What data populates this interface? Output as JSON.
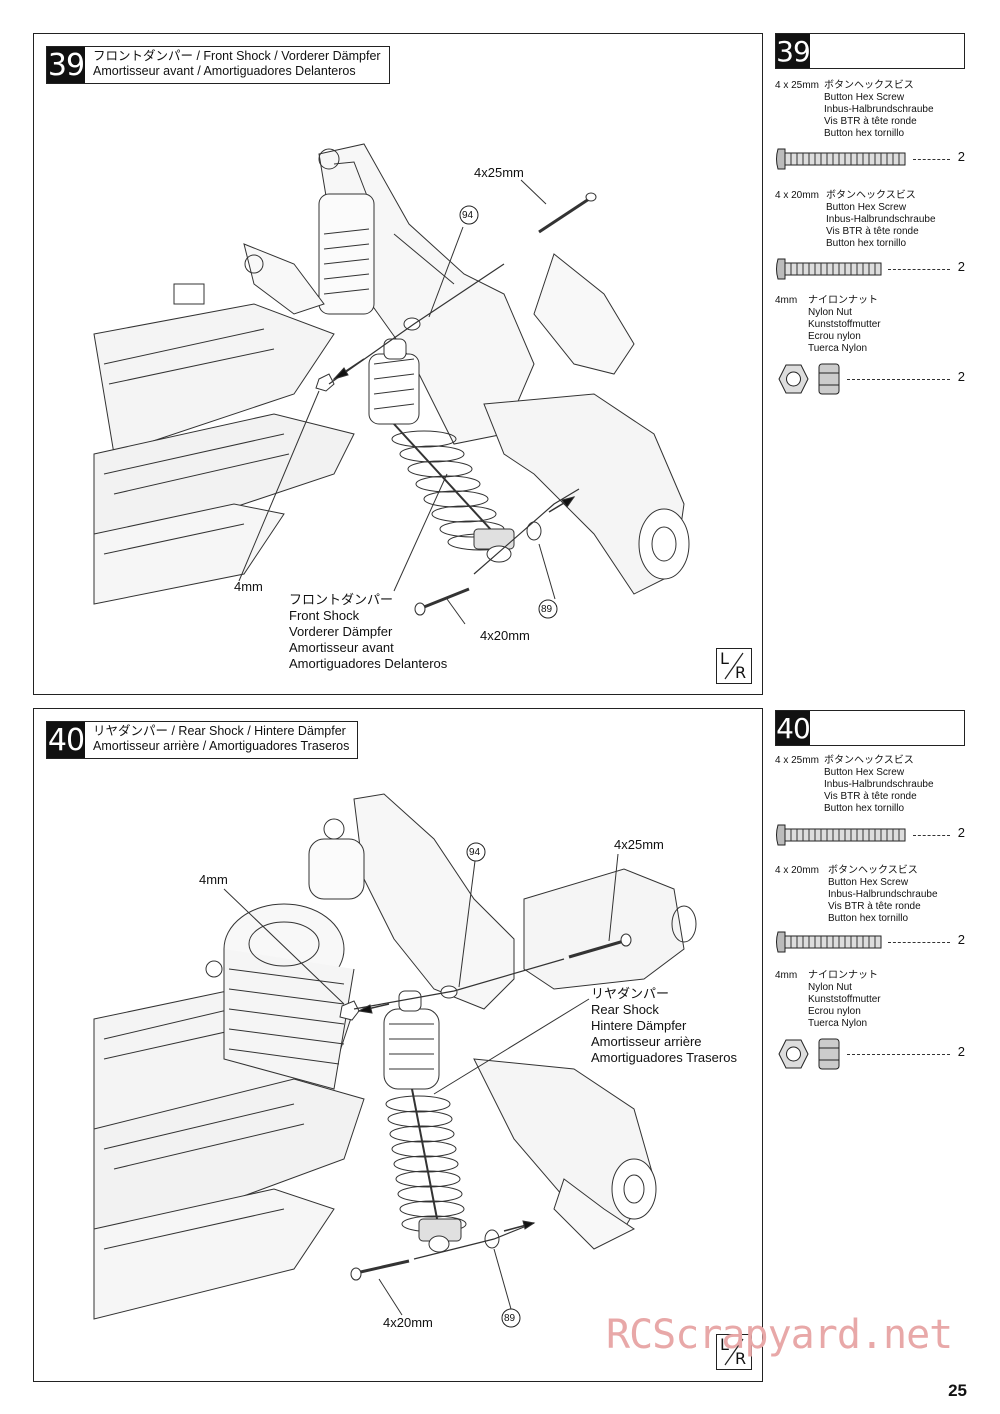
{
  "steps": [
    {
      "number": "39",
      "title_line1": "フロントダンパー  /  Front Shock  /  Vorderer Dämpfer",
      "title_line2": "Amortisseur avant  /  Amortiguadores Delanteros",
      "callouts": {
        "screw_top": "4x25mm",
        "part_94": "94",
        "nut": "4mm",
        "shock_lines": [
          "フロントダンパー",
          "Front Shock",
          "Vorderer Dämpfer",
          "Amortisseur avant",
          "Amortiguadores Delanteros"
        ],
        "screw_bottom": "4x20mm",
        "part_89": "89"
      },
      "lr_icon": [
        "L",
        "R"
      ]
    },
    {
      "number": "40",
      "title_line1": "リヤダンパー  /  Rear Shock  /  Hintere Dämpfer",
      "title_line2": "Amortisseur arrière  /  Amortiguadores Traseros",
      "callouts": {
        "screw_top": "4x25mm",
        "part_94": "94",
        "nut": "4mm",
        "shock_lines": [
          "リヤダンパー",
          "Rear Shock",
          "Hintere Dämpfer",
          "Amortisseur arrière",
          "Amortiguadores Traseros"
        ],
        "screw_bottom": "4x20mm",
        "part_89": "89"
      },
      "lr_icon": [
        "L",
        "R"
      ]
    }
  ],
  "parts_boxes": [
    {
      "number": "39",
      "items": [
        {
          "size": "4 x 25mm",
          "names": [
            "ボタンヘックスビス",
            "Button Hex Screw",
            "Inbus-Halbrundschraube",
            "Vis BTR à tête ronde",
            "Button hex tornillo"
          ],
          "qty": "2",
          "icon": "long-screw-icon"
        },
        {
          "size": "4 x 20mm",
          "names": [
            "ボタンヘックスビス",
            "Button Hex Screw",
            "Inbus-Halbrundschraube",
            "Vis BTR à tête ronde",
            "Button hex tornillo"
          ],
          "qty": "2",
          "icon": "short-screw-icon"
        },
        {
          "size": "4mm",
          "names": [
            "ナイロンナット",
            "Nylon Nut",
            "Kunststoffmutter",
            "Ecrou nylon",
            "Tuerca Nylon"
          ],
          "qty": "2",
          "icon": "nylon-nut-icon"
        }
      ]
    },
    {
      "number": "40",
      "items": [
        {
          "size": "4 x 25mm",
          "names": [
            "ボタンヘックスビス",
            "Button Hex Screw",
            "Inbus-Halbrundschraube",
            "Vis BTR à tête ronde",
            "Button hex tornillo"
          ],
          "qty": "2",
          "icon": "long-screw-icon"
        },
        {
          "size": "4 x 20mm",
          "names": [
            "ボタンヘックスビス",
            "Button Hex Screw",
            "Inbus-Halbrundschraube",
            "Vis BTR à tête ronde",
            "Button hex tornillo"
          ],
          "qty": "2",
          "icon": "short-screw-icon"
        },
        {
          "size": "4mm",
          "names": [
            "ナイロンナット",
            "Nylon Nut",
            "Kunststoffmutter",
            "Ecrou nylon",
            "Tuerca Nylon"
          ],
          "qty": "2",
          "icon": "nylon-nut-icon"
        }
      ]
    }
  ],
  "page_number": "25",
  "watermark": "RCScrapyard.net"
}
